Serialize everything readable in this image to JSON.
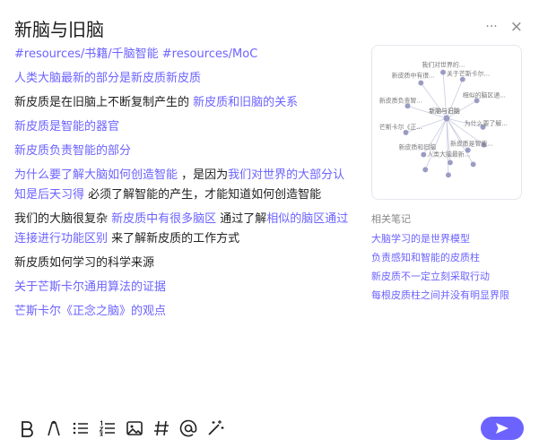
{
  "note": {
    "title": "新脑与旧脑",
    "tags": "#resources/书籍/千脑智能 #resources/MoC",
    "lines": [
      {
        "segments": [
          {
            "text": "人类大脑最新的部分是新皮质新皮质",
            "link": true
          }
        ]
      },
      {
        "segments": [
          {
            "text": "新皮质是在旧脑上不断复制产生的 ",
            "link": false
          },
          {
            "text": "新皮质和旧脑的关系",
            "link": true
          }
        ]
      },
      {
        "segments": [
          {
            "text": "新皮质是智能的器官",
            "link": true
          }
        ]
      },
      {
        "segments": [
          {
            "text": "新皮质负责智能的部分",
            "link": true
          }
        ]
      },
      {
        "segments": [
          {
            "text": "为什么要了解大脑如何创造智能",
            "link": true
          },
          {
            "text": " ，是因为",
            "link": false
          },
          {
            "text": "我们对世界的大部分认知是后天习得",
            "link": true
          },
          {
            "text": " 必须了解智能的产生，才能知道如何创造智能",
            "link": false
          }
        ]
      },
      {
        "segments": [
          {
            "text": "我们的大脑很复杂 ",
            "link": false
          },
          {
            "text": "新皮质中有很多脑区",
            "link": true
          },
          {
            "text": " 通过了解",
            "link": false
          },
          {
            "text": "相似的脑区通过连接进行功能区别",
            "link": true
          },
          {
            "text": " 来了解新皮质的工作方式",
            "link": false
          }
        ]
      },
      {
        "segments": [
          {
            "text": "新皮质如何学习的科学来源",
            "link": false
          }
        ]
      },
      {
        "segments": [
          {
            "text": "关于芒斯卡尔通用算法的证据",
            "link": true
          }
        ]
      },
      {
        "segments": [
          {
            "text": "芒斯卡尔《正念之脑》的观点",
            "link": true
          }
        ]
      }
    ]
  },
  "header_actions": {
    "more": "···",
    "close": "×"
  },
  "graph": {
    "center": "新脑与旧脑",
    "nodes": [
      "我们对世界的...",
      "关于芒斯卡尔...",
      "新皮质中有很...",
      "相似的脑区通...",
      "新皮质负责智...",
      "芒斯卡尔《正...",
      "为什么要了解...",
      "新皮质和旧脑",
      "新皮质是智能...",
      "人类大脑最新..."
    ]
  },
  "related": {
    "title": "相关笔记",
    "items": [
      "大脑学习的是世界模型",
      "负责感知和智能的皮质柱",
      "新皮质不一定立刻采取行动",
      "每根皮质柱之间并没有明显界限"
    ]
  },
  "toolbar": [
    "bold-icon",
    "pen-icon",
    "bullet-list-icon",
    "numbered-list-icon",
    "image-icon",
    "hashtag-icon",
    "mention-icon",
    "magic-wand-icon"
  ],
  "colors": {
    "accent": "#6c63ff",
    "node": "#9a9cc4"
  }
}
